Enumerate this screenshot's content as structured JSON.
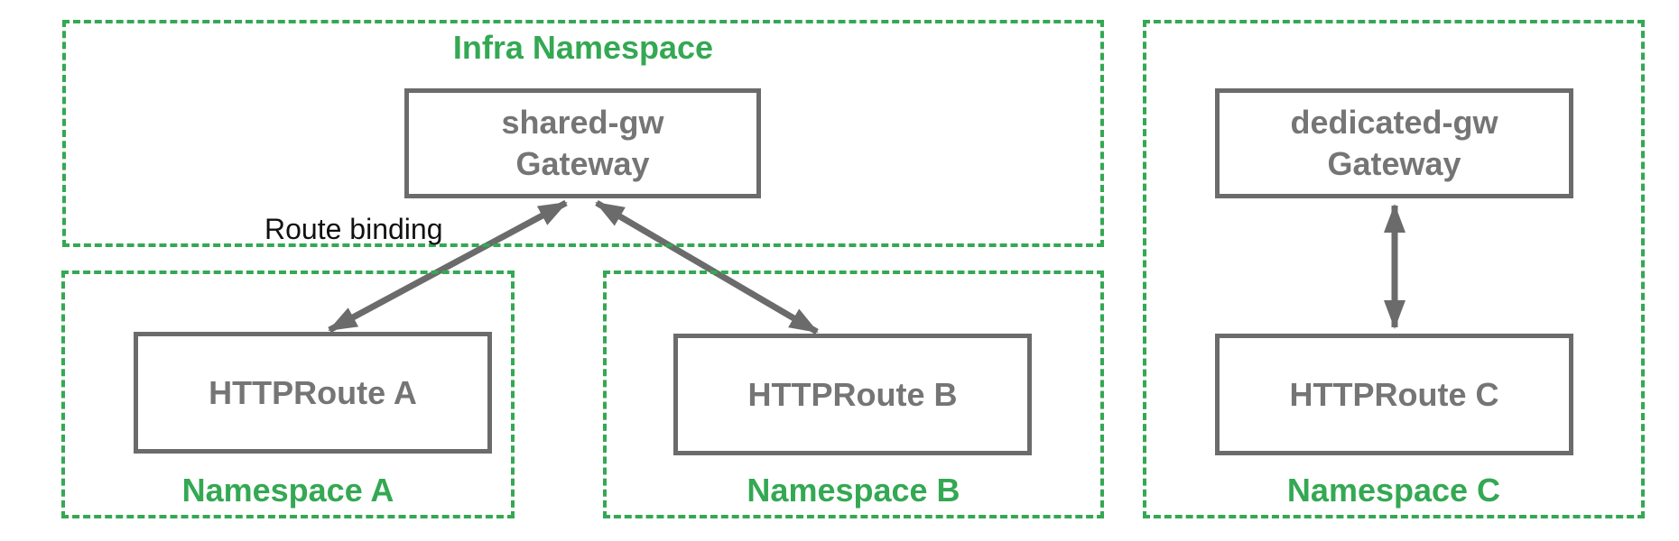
{
  "colors": {
    "namespace_green": "#34A853",
    "node_gray_border": "#6B6B6B",
    "node_gray_text": "#757575",
    "annotation_black": "#111111"
  },
  "namespaces": {
    "infra": {
      "title": "Infra Namespace"
    },
    "a": {
      "title": "Namespace A"
    },
    "b": {
      "title": "Namespace B"
    },
    "c": {
      "title": "Namespace C"
    }
  },
  "nodes": {
    "shared_gw": {
      "line1": "shared-gw",
      "line2": "Gateway"
    },
    "dedicated_gw": {
      "line1": "dedicated-gw",
      "line2": "Gateway"
    },
    "route_a": {
      "label": "HTTPRoute A"
    },
    "route_b": {
      "label": "HTTPRoute B"
    },
    "route_c": {
      "label": "HTTPRoute C"
    }
  },
  "annotations": {
    "route_binding": "Route binding"
  },
  "connections": [
    {
      "from": "HTTPRoute A",
      "to": "shared-gw Gateway",
      "label": "Route binding",
      "bidirectional": true
    },
    {
      "from": "HTTPRoute B",
      "to": "shared-gw Gateway",
      "label": "",
      "bidirectional": true
    },
    {
      "from": "HTTPRoute C",
      "to": "dedicated-gw Gateway",
      "label": "",
      "bidirectional": true
    }
  ]
}
